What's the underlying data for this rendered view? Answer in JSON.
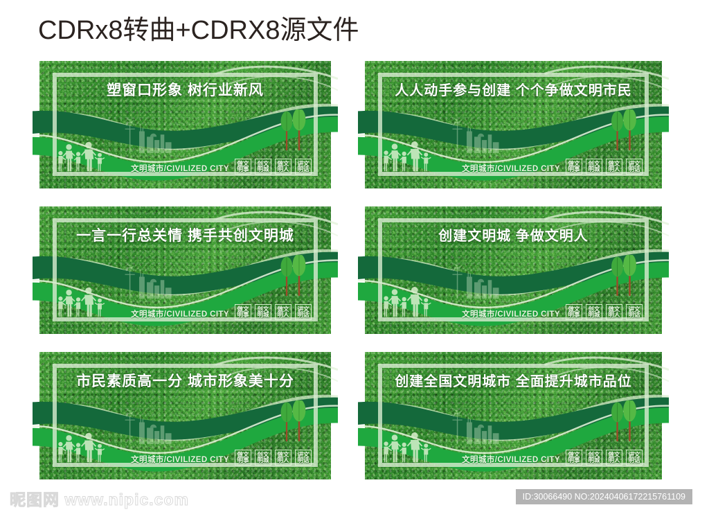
{
  "page": {
    "title": "CDRx8转曲+CDRX8源文件"
  },
  "boards": [
    {
      "headline": "塑窗口形象  树行业新风",
      "caption": "文明城市/CIVILIZED CITY",
      "badges": [
        {
          "top": "做文",
          "bottom": "明事"
        },
        {
          "top": "创文",
          "bottom": "明城"
        },
        {
          "top": "做文",
          "bottom": "明人"
        },
        {
          "top": "讲文",
          "bottom": "明话"
        }
      ]
    },
    {
      "headline": "人人动手参与创建  个个争做文明市民",
      "caption": "文明城市/CIVILIZED CITY",
      "badges": [
        {
          "top": "做文",
          "bottom": "明事"
        },
        {
          "top": "创文",
          "bottom": "明城"
        },
        {
          "top": "做文",
          "bottom": "明人"
        },
        {
          "top": "讲文",
          "bottom": "明话"
        }
      ]
    },
    {
      "headline": "一言一行总关情  携手共创文明城",
      "caption": "文明城市/CIVILIZED CITY",
      "badges": [
        {
          "top": "做文",
          "bottom": "明事"
        },
        {
          "top": "创文",
          "bottom": "明城"
        },
        {
          "top": "做文",
          "bottom": "明人"
        },
        {
          "top": "讲文",
          "bottom": "明话"
        }
      ]
    },
    {
      "headline": "创建文明城  争做文明人",
      "caption": "文明城市/CIVILIZED CITY",
      "badges": [
        {
          "top": "做文",
          "bottom": "明事"
        },
        {
          "top": "创文",
          "bottom": "明城"
        },
        {
          "top": "做文",
          "bottom": "明人"
        },
        {
          "top": "讲文",
          "bottom": "明话"
        }
      ]
    },
    {
      "headline": "市民素质高一分  城市形象美十分",
      "caption": "文明城市/CIVILIZED CITY",
      "badges": [
        {
          "top": "做文",
          "bottom": "明事"
        },
        {
          "top": "创文",
          "bottom": "明城"
        },
        {
          "top": "做文",
          "bottom": "明人"
        },
        {
          "top": "讲文",
          "bottom": "明话"
        }
      ]
    },
    {
      "headline": "创建全国文明城市  全面提升城市品位",
      "caption": "文明城市/CIVILIZED CITY",
      "badges": [
        {
          "top": "做文",
          "bottom": "明事"
        },
        {
          "top": "创文",
          "bottom": "明城"
        },
        {
          "top": "做文",
          "bottom": "明人"
        },
        {
          "top": "讲文",
          "bottom": "明话"
        }
      ]
    }
  ],
  "footer": {
    "site_logo": "昵图网 www.nipic.com",
    "id_text": "ID:30066490 NO:20240406172215761109"
  },
  "colors": {
    "grass_green": "#3e9b33",
    "ribbon_dark": "#11663a",
    "ribbon_mid": "#1f9c3e",
    "ribbon_pale": "#cfe7c4",
    "title_ink": "#2b2320",
    "chip_gray": "#b3b3b3"
  }
}
